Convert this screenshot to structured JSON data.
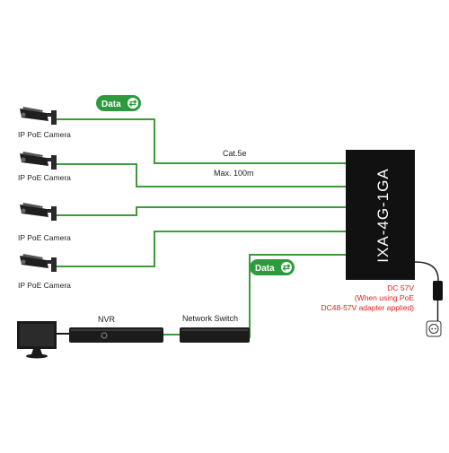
{
  "diagram": {
    "device": {
      "label": "IXA-4G-1GA"
    },
    "cameras": [
      {
        "label": "IP PoE Camera"
      },
      {
        "label": "IP PoE Camera"
      },
      {
        "label": "IP PoE Camera"
      },
      {
        "label": "IP PoE Camera"
      }
    ],
    "data_badges": [
      {
        "label": "Data",
        "icon": "bidirectional-arrows-icon"
      },
      {
        "label": "Data",
        "icon": "bidirectional-arrows-icon"
      }
    ],
    "cable": {
      "type": "Cat.5e",
      "distance": "Max. 100m"
    },
    "nvr": {
      "label": "NVR"
    },
    "network_switch": {
      "label": "Network Switch"
    },
    "power": {
      "line1": "DC 57V",
      "line2": "(When using PoE",
      "line3": "DC48-57V adapter applied)"
    },
    "colors": {
      "line": "#3a9d3a",
      "badge": "#2e9a3e",
      "device": "#111111",
      "power_text": "#e02020",
      "text": "#222222"
    }
  }
}
